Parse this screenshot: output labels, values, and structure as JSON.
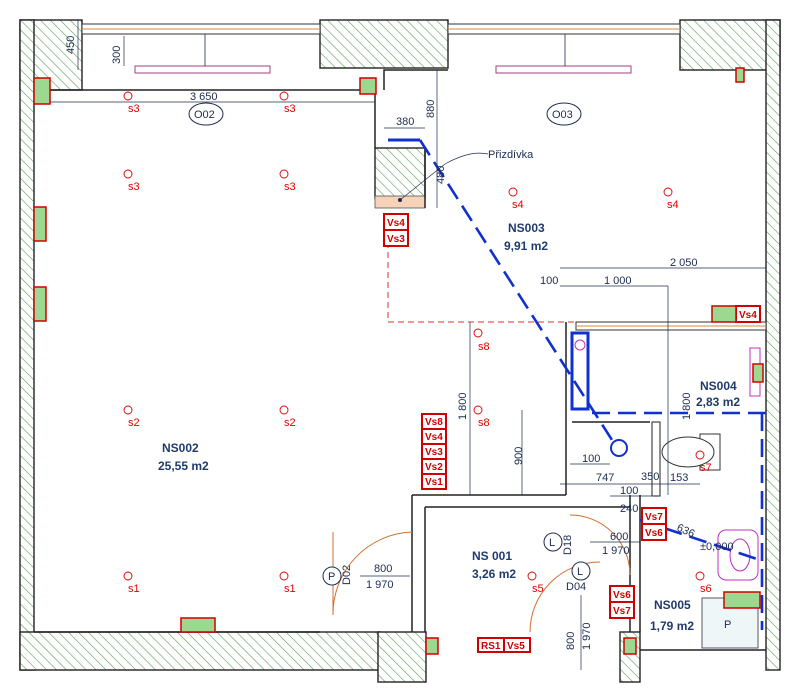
{
  "colors": {
    "wall_hatch": "#5aa055",
    "dimension": "#1c2c52",
    "room_label": "#1f3b6e",
    "sensor": "#e00000",
    "route": "#1030d0",
    "door": "#d07030",
    "code_box": "#d00000",
    "window_beam": "#a04080"
  },
  "rooms": [
    {
      "id": "NS002",
      "name": "NS002",
      "area": "25,55 m2"
    },
    {
      "id": "NS003",
      "name": "NS003",
      "area": "9,91 m2"
    },
    {
      "id": "NS004",
      "name": "NS004",
      "area": "2,83 m2"
    },
    {
      "id": "NS001",
      "name": "NS 001",
      "area": "3,26 m2"
    },
    {
      "id": "NS005",
      "name": "NS005",
      "area": "1,79 m2"
    }
  ],
  "windows": [
    "O02",
    "O03"
  ],
  "doors": [
    {
      "circle": "P",
      "code": "D02",
      "width": "800",
      "height": "1 970"
    },
    {
      "circle": "L",
      "code": "D18",
      "width": "600",
      "height": "1 970"
    },
    {
      "circle": "L",
      "code": "D04",
      "width": "800",
      "height": "1 970"
    }
  ],
  "dimensions": {
    "d450": "450",
    "d300": "300",
    "d3650": "3 650",
    "d880": "880",
    "d380": "380",
    "d480": "480",
    "d2050": "2 050",
    "d100a": "100",
    "d1000": "1 000",
    "d1800a": "1 800",
    "d1800b": "1 800",
    "d900": "900",
    "d100b": "100",
    "d747": "747",
    "d350": "350",
    "d153": "153",
    "d100c": "100",
    "d240": "240",
    "d636": "636",
    "level": "±0,000"
  },
  "annotation": "Přizdívka",
  "sensors": [
    "s3",
    "s3",
    "s3",
    "s3",
    "s4",
    "s4",
    "s8",
    "s8",
    "s2",
    "s2",
    "s1",
    "s1",
    "s5",
    "s6",
    "s7"
  ],
  "codes": {
    "vs4": "Vs4",
    "vs3": "Vs3",
    "vs8": "Vs8",
    "vs2": "Vs2",
    "vs1": "Vs1",
    "vs6": "Vs6",
    "vs7": "Vs7",
    "vs5": "Vs5",
    "rs1": "RS1"
  },
  "socket_icon": "P"
}
